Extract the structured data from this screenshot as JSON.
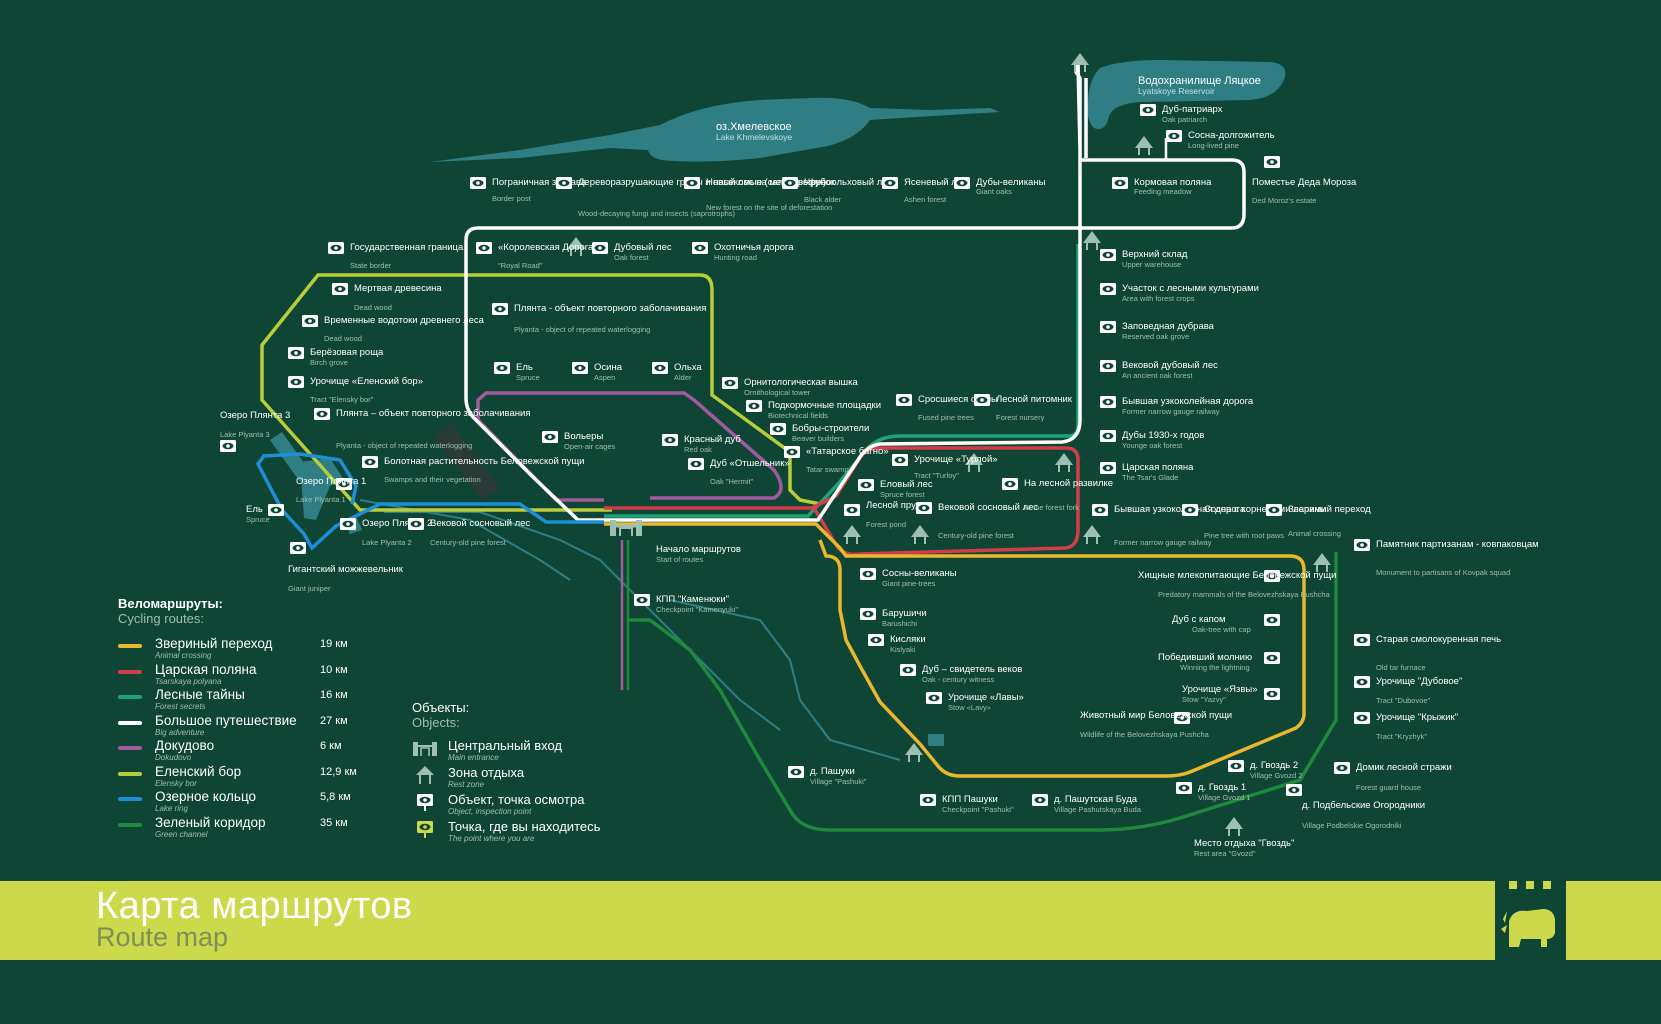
{
  "colors": {
    "background": "#0f4535",
    "zveriny": "#e9b82f",
    "tsarskaya": "#d23d4a",
    "lesnye": "#1ea27a",
    "bolshoe": "#ffffff",
    "dokudovo": "#a05b9f",
    "elensky": "#b9cc3a",
    "ozernoe": "#1d8fd6",
    "zeleny": "#1e8a3c",
    "band": "#cbd94a",
    "lake": "#2f7e84"
  },
  "lakes": {
    "khmelevskoe": {
      "ru": "оз.Хмелевское",
      "en": "Lake Khmelevskoye"
    },
    "lyatskoye": {
      "ru": "Водохранилище Ляцкое",
      "en": "Lyatskoye Reservoir"
    }
  },
  "pois": [
    {
      "ru": "Пограничная застава",
      "en": "Border post"
    },
    {
      "ru": "Дереворазрушающие грибы и насекомые (сапротрофы)",
      "en": "Wood-decaying fungi and insects (saprotrophs)"
    },
    {
      "ru": "Новый лес на месте вырубок",
      "en": "New forest on the site of deforestation"
    },
    {
      "ru": "Черноольховый лес",
      "en": "Black alder"
    },
    {
      "ru": "Ясеневый лес",
      "en": "Ashen forest"
    },
    {
      "ru": "Дубы-великаны",
      "en": "Giant oaks"
    },
    {
      "ru": "Кормовая поляна",
      "en": "Feeding meadow"
    },
    {
      "ru": "Поместье Деда Мороза",
      "en": "Ded Moroz's estate"
    },
    {
      "ru": "Дуб-патриарх",
      "en": "Oak patriarch"
    },
    {
      "ru": "Сосна-долгожитель",
      "en": "Long-lived pine"
    },
    {
      "ru": "Государственная граница",
      "en": "State border"
    },
    {
      "ru": "«Королевская Дорога»",
      "en": "\"Royal Road\""
    },
    {
      "ru": "Дубовый лес",
      "en": "Oak forest"
    },
    {
      "ru": "Охотничья дорога",
      "en": "Hunting road"
    },
    {
      "ru": "Мертвая древесина",
      "en": "Dead wood"
    },
    {
      "ru": "Временные водотоки древнего леса",
      "en": "Dead wood"
    },
    {
      "ru": "Берёзовая роща",
      "en": "Birch grove"
    },
    {
      "ru": "Урочище «Еленский бор»",
      "en": "Tract \"Elensky bor\""
    },
    {
      "ru": "Плянта - объект повторного заболачивания",
      "en": "Plyanta - object of repeated waterlogging"
    },
    {
      "ru": "Ель",
      "en": "Spruce"
    },
    {
      "ru": "Осина",
      "en": "Aspen"
    },
    {
      "ru": "Ольха",
      "en": "Alder"
    },
    {
      "ru": "Орнитологическая вышка",
      "en": "Ornithological tower"
    },
    {
      "ru": "Подкормочные площадки",
      "en": "Biotechnical fields"
    },
    {
      "ru": "Бобры-строители",
      "en": "Beaver builders"
    },
    {
      "ru": "Сросшиеся сосны",
      "en": "Fused pine trees"
    },
    {
      "ru": "Лесной питомник",
      "en": "Forest nursery"
    },
    {
      "ru": "Озеро Плянта 3",
      "en": "Lake Plyanta 3"
    },
    {
      "ru": "Плянта – объект повторного заболачивания",
      "en": "Plyanta - object of repeated waterlogging"
    },
    {
      "ru": "Болотная растительность Беловежской пущи",
      "en": "Swamps and their vegetation"
    },
    {
      "ru": "Вольеры",
      "en": "Open-air cages"
    },
    {
      "ru": "Красный дуб",
      "en": "Red oak"
    },
    {
      "ru": "Дуб «Отшельник»",
      "en": "Oak \"Hermit\""
    },
    {
      "ru": "«Татарское багно»",
      "en": "Tatar swamp"
    },
    {
      "ru": "Урочище «Турлой»",
      "en": "Tract \"Turloy\""
    },
    {
      "ru": "Еловый лес",
      "en": "Spruce forest"
    },
    {
      "ru": "Лесной пруд",
      "en": "Forest pond"
    },
    {
      "ru": "Вековой сосновый лес",
      "en": "Century-old pine forest"
    },
    {
      "ru": "На лесной развилке",
      "en": "At the forest fork"
    },
    {
      "ru": "Верхний склад",
      "en": "Upper warehouse"
    },
    {
      "ru": "Участок с лесными культурами",
      "en": "Area with forest crops"
    },
    {
      "ru": "Заповедная дубрава",
      "en": "Reserved oak grove"
    },
    {
      "ru": "Вековой дубовый лес",
      "en": "An ancient oak forest"
    },
    {
      "ru": "Бывшая узкоколейная дорога",
      "en": "Former narrow gauge railway"
    },
    {
      "ru": "Дубы 1930-х годов",
      "en": "Younge oak forest"
    },
    {
      "ru": "Царская поляна",
      "en": "The Tsar's Glade"
    },
    {
      "ru": "Бывшая узкоколейная дорога",
      "en": "Former narrow gauge railway"
    },
    {
      "ru": "Сосна с корневыми лапами",
      "en": "Pine tree with root paws"
    },
    {
      "ru": "Звериный переход",
      "en": "Animal crossing"
    },
    {
      "ru": "Озеро Плянта 1",
      "en": "Lake Plyanta 1"
    },
    {
      "ru": "Ель",
      "en": "Spruce"
    },
    {
      "ru": "Озеро Плянта 2",
      "en": "Lake Plyanta 2"
    },
    {
      "ru": "Вековой сосновый лес",
      "en": "Century-old pine forest"
    },
    {
      "ru": "Начало маршрутов",
      "en": "Start of routes"
    },
    {
      "ru": "Гигантский можжевельник",
      "en": "Giant juniper"
    },
    {
      "ru": "КПП \"Каменюки\"",
      "en": "Checkpoint \"Kamenyuki\""
    },
    {
      "ru": "Сосны-великаны",
      "en": "Giant pine-trees"
    },
    {
      "ru": "Барушичи",
      "en": "Barushichi"
    },
    {
      "ru": "Кисляки",
      "en": "Kislyaki"
    },
    {
      "ru": "Дуб – свидетель веков",
      "en": "Oak - century witness"
    },
    {
      "ru": "Урочище «Лавы»",
      "en": "Stow «Lavy»"
    },
    {
      "ru": "Хищные млекопитающие Беловежской пущи",
      "en": "Predatory mammals of the Belovezhskaya Pushcha"
    },
    {
      "ru": "Дуб с капом",
      "en": "Oak-tree with cap"
    },
    {
      "ru": "Победивший молнию",
      "en": "Winning the lightning"
    },
    {
      "ru": "Урочище «Язвы»",
      "en": "Stow \"Yazvy\""
    },
    {
      "ru": "Животный мир Беловежской пущи",
      "en": "Wildlife of the Belovezhskaya Pushcha"
    },
    {
      "ru": "Памятник партизанам - ковпаковцам",
      "en": "Monument to partisans of Kovpak squad"
    },
    {
      "ru": "Старая смолокуренная печь",
      "en": "Old tar furnace"
    },
    {
      "ru": "Урочище \"Дубовое\"",
      "en": "Tract \"Dubovoe\""
    },
    {
      "ru": "Урочище \"Крыжик\"",
      "en": "Tract \"Kryzhyk\""
    },
    {
      "ru": "Домик лесной стражи",
      "en": "Forest guard house"
    },
    {
      "ru": "д. Пашуки",
      "en": "Village \"Pashuki\""
    },
    {
      "ru": "КПП Пашуки",
      "en": "Checkpoint \"Pashuki\""
    },
    {
      "ru": "д. Пашутская Буда",
      "en": "Village Pashutskaya Buda"
    },
    {
      "ru": "д. Гвоздь 2",
      "en": "Village Gvozd 2"
    },
    {
      "ru": "д. Гвоздь 1",
      "en": "Village Gvozd 1"
    },
    {
      "ru": "д. Подбельские Огородники",
      "en": "Village Podbelskie Ogorodniki"
    },
    {
      "ru": "Место отдыха \"Гвоздь\"",
      "en": "Rest area \"Gvozd\""
    }
  ],
  "legend": {
    "title_ru": "Веломаршруты:",
    "title_en": "Cycling routes:",
    "routes": [
      {
        "name": "Звериный переход",
        "en": "Animal crossing",
        "km": "19 км",
        "color": "#e9b82f"
      },
      {
        "name": "Царская поляна",
        "en": "Tsarskaya polyana",
        "km": "10 км",
        "color": "#d23d4a"
      },
      {
        "name": "Лесные тайны",
        "en": "Forest secrets",
        "km": "16 км",
        "color": "#1ea27a"
      },
      {
        "name": "Большое путешествие",
        "en": "Big adventure",
        "km": "27 км",
        "color": "#ffffff"
      },
      {
        "name": "Докудово",
        "en": "Dokudovo",
        "km": "6 км",
        "color": "#a05b9f"
      },
      {
        "name": "Еленский бор",
        "en": "Elensky bor",
        "km": "12,9 км",
        "color": "#b9cc3a"
      },
      {
        "name": "Озерное кольцо",
        "en": "Lake ring",
        "km": "5,8 км",
        "color": "#1d8fd6"
      },
      {
        "name": "Зеленый коридор",
        "en": "Green channel",
        "km": "35 км",
        "color": "#1e8a3c"
      }
    ]
  },
  "objects": {
    "title_ru": "Объекты:",
    "title_en": "Objects:",
    "items": [
      {
        "name": "Центральный вход",
        "en": "Main entrance",
        "icon": "gate-icon"
      },
      {
        "name": "Зона отдыха",
        "en": "Rest zone",
        "icon": "shelter-icon"
      },
      {
        "name": "Объект, точка осмотра",
        "en": "Object, inspection point",
        "icon": "eye-icon"
      },
      {
        "name": "Точка, где вы находитесь",
        "en": "The point where you are",
        "icon": "you-are-here-icon"
      }
    ]
  },
  "title": {
    "ru": "Карта маршрутов",
    "en": "Route map"
  }
}
